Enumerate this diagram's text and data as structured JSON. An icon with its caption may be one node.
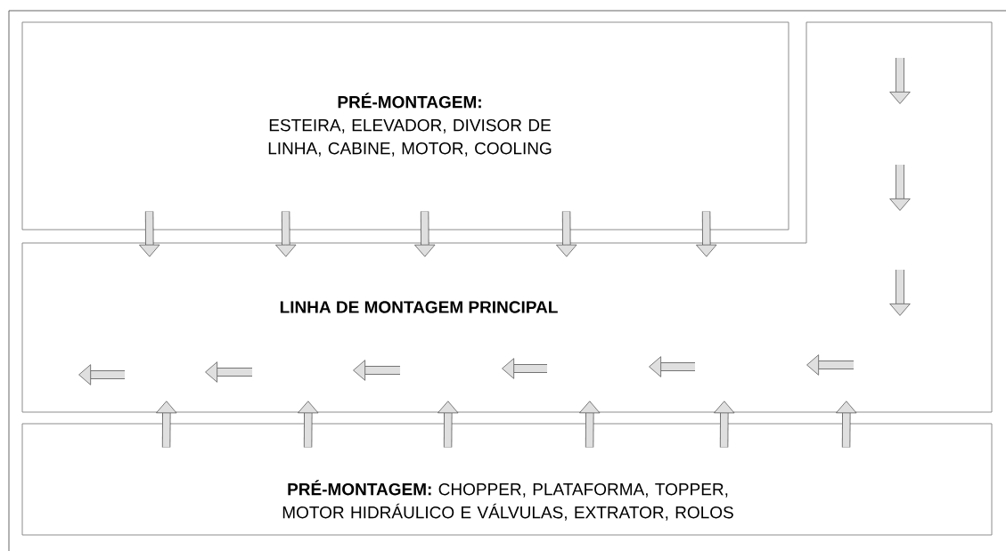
{
  "diagram": {
    "nodes": [
      {
        "text": [
          "PRÉ-MONTAGEM:",
          "ESTEIRA, ELEVADOR, DIVISOR DE LINHA, CABINE, MOTOR, COOLING"
        ]
      },
      {
        "text": [
          "LINHA DE MONTAGEM PRINCIPAL"
        ]
      },
      {
        "text": [
          "**PRÉ-MONTAGEM:** CHOPPER, PLATAFORMA, TOPPER, MOTOR HIDRÁULICO E VÁLVULAS, EXTRATOR, ROLOS"
        ]
      }
    ],
    "edges": [
      {
        "from": 0,
        "to": 1,
        "arrow": "to"
      },
      {
        "from": 0,
        "to": 1,
        "arrow": "to"
      },
      {
        "from": 0,
        "to": 1,
        "arrow": "to"
      },
      {
        "from": 0,
        "to": 1,
        "arrow": "to"
      },
      {
        "from": 0,
        "to": 1,
        "arrow": "to"
      },
      {
        "from": 2,
        "to": 1,
        "arrow": "to"
      },
      {
        "from": 2,
        "to": 1,
        "arrow": "to"
      },
      {
        "from": 2,
        "to": 1,
        "arrow": "to"
      },
      {
        "from": 2,
        "to": 1,
        "arrow": "to"
      },
      {
        "from": 2,
        "to": 1,
        "arrow": "to"
      },
      {
        "from": 2,
        "to": 1,
        "arrow": "to"
      }
    ]
  }
}
